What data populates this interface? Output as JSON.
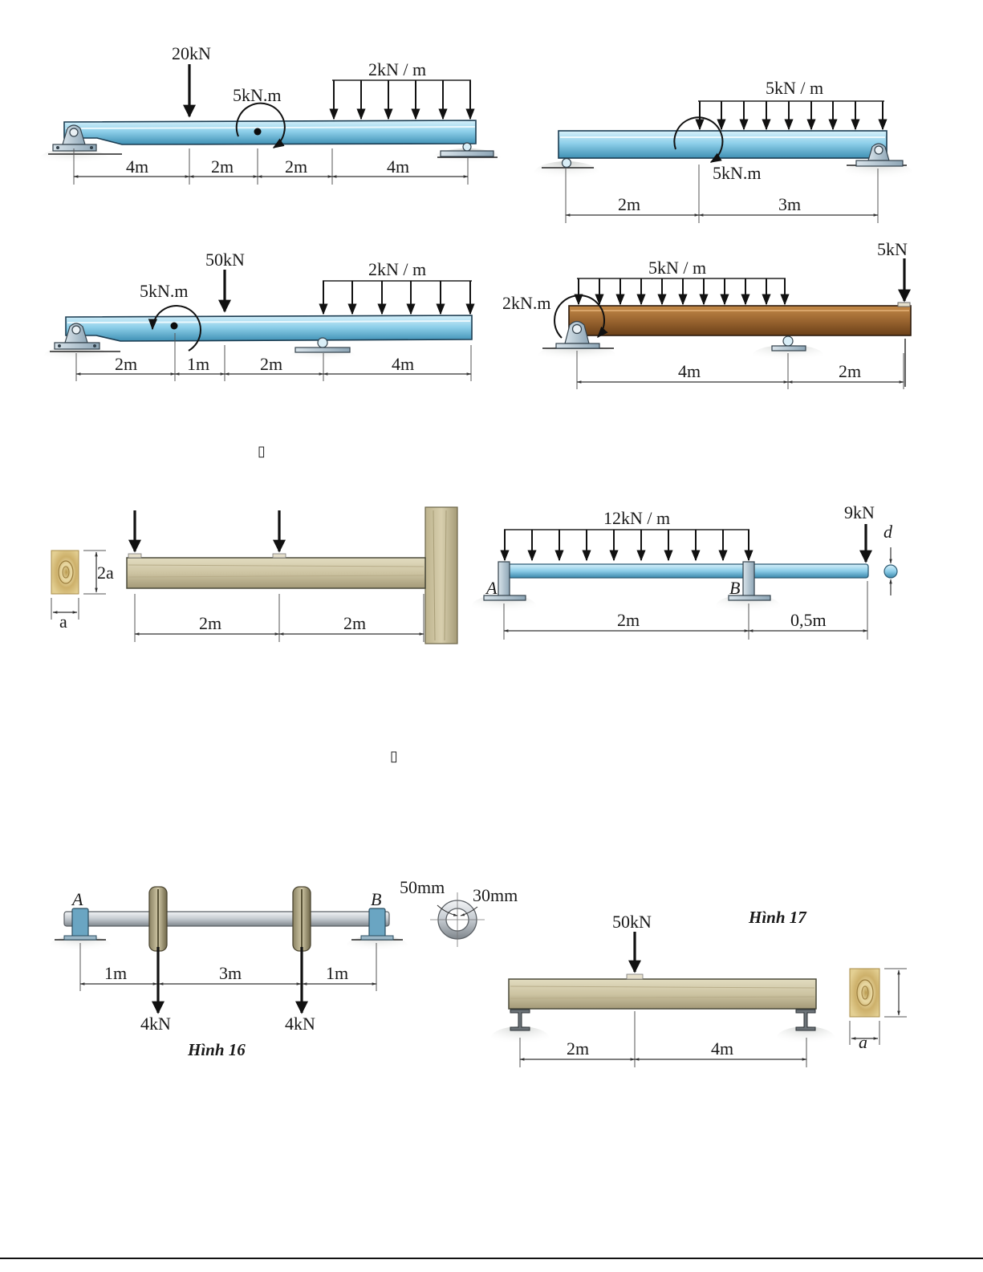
{
  "fig1": {
    "load_20": "20kN",
    "moment_5": "5kN.m",
    "dist_2": "2kN / m",
    "dims": [
      "4m",
      "2m",
      "2m",
      "4m"
    ]
  },
  "fig2": {
    "dist_5": "5kN / m",
    "moment_5": "5kN.m",
    "dims": [
      "2m",
      "3m"
    ]
  },
  "fig3": {
    "load_50": "50kN",
    "moment_5": "5kN.m",
    "dist_2": "2kN / m",
    "dims": [
      "2m",
      "1m",
      "2m",
      "4m"
    ]
  },
  "fig4": {
    "load_5": "5kN",
    "dist_5": "5kN / m",
    "moment_2": "2kN.m",
    "dims": [
      "4m",
      "2m"
    ]
  },
  "glyphs": [
    "▯",
    "▯"
  ],
  "fig5": {
    "section_h": "2a",
    "section_w": "a",
    "dims": [
      "2m",
      "2m"
    ]
  },
  "fig6": {
    "dist_12": "12kN / m",
    "load_9": "9kN",
    "diameter": "d",
    "support_a": "A",
    "support_b": "B",
    "dims": [
      "2m",
      "0,5m"
    ]
  },
  "fig16": {
    "caption": "Hình 16",
    "support_a": "A",
    "support_b": "B",
    "outer_d": "50mm",
    "inner_d": "30mm",
    "load_left": "4kN",
    "load_right": "4kN",
    "dims": [
      "1m",
      "3m",
      "1m"
    ]
  },
  "fig17": {
    "caption": "Hình 17",
    "load_50": "50kN",
    "section_w": "a",
    "dims": [
      "2m",
      "4m"
    ]
  },
  "colors": {
    "beam_blue": "#8fd0ea",
    "wood": "#ccc3a0",
    "beam_brown": "#9a6530",
    "support": "#a9c2d2"
  }
}
